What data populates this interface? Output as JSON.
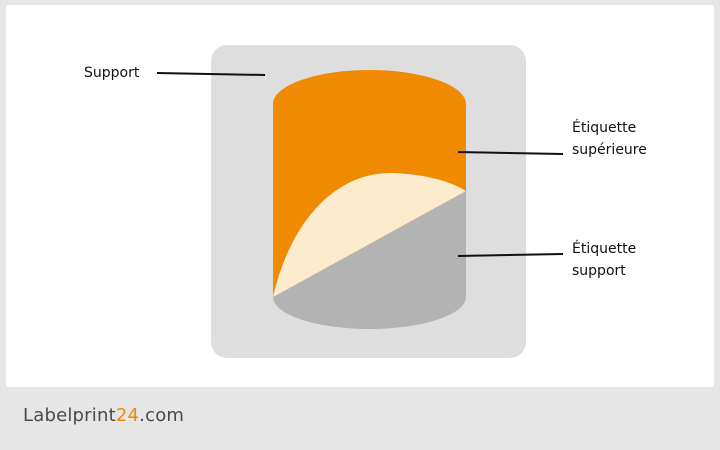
{
  "diagram": {
    "labels": {
      "support": "Support",
      "top_label_line1": "Étiquette",
      "top_label_line2": "supérieure",
      "support_label_line1": "Étiquette",
      "support_label_line2": "support"
    },
    "colors": {
      "backing_panel": "#dedede",
      "top_label": "#f08a00",
      "peeled_edge": "#fdebcd",
      "support_label": "#b3b3b3",
      "leader_line": "#111111"
    }
  },
  "footer": {
    "brand_part1": "Labelprint",
    "brand_accent": "24",
    "brand_part2": ".com",
    "brand_colors": {
      "text": "#4a4a4a",
      "accent": "#f08a00"
    }
  }
}
